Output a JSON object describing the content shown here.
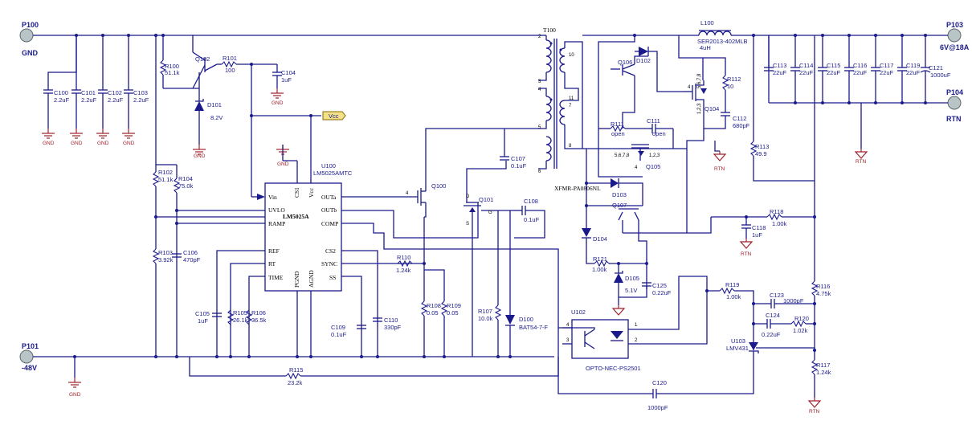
{
  "ports": {
    "p100": {
      "ref": "P100",
      "net": "GND"
    },
    "p101": {
      "ref": "P101",
      "net": "-48V"
    },
    "p103": {
      "ref": "P103",
      "net": "6V@18A"
    },
    "p104": {
      "ref": "P104",
      "net": "RTN"
    }
  },
  "ground_labels": {
    "gnd": "GND",
    "rtn": "RTN"
  },
  "ic": {
    "ref": "U100",
    "part": "LM5025AMTC",
    "name": "LM5025A",
    "pins": {
      "vin": "Vin",
      "uvlo": "UVLO",
      "ramp": "RAMP",
      "ref": "REF",
      "rt": "RT",
      "time": "TIME",
      "outa": "OUTa",
      "outb": "OUTb",
      "comp": "COMP",
      "cs2": "CS2",
      "sync": "SYNC",
      "ss": "SS",
      "cs1": "CS1",
      "vcc": "Vcc",
      "pgnd": "PGND",
      "agnd": "AGND"
    }
  },
  "vcc_flag": "Vcc",
  "components": {
    "c100": {
      "ref": "C100",
      "value": "2.2uF"
    },
    "c101": {
      "ref": "C101",
      "value": "2.2uF"
    },
    "c102": {
      "ref": "C102",
      "value": "2.2uF"
    },
    "c103": {
      "ref": "C103",
      "value": "2.2uF"
    },
    "r100": {
      "ref": "R100",
      "value": "51.1k"
    },
    "q102": {
      "ref": "Q102"
    },
    "r101": {
      "ref": "R101",
      "value": "100"
    },
    "c104": {
      "ref": "C104",
      "value": "1uF"
    },
    "d101": {
      "ref": "D101",
      "value": "8.2V"
    },
    "r102": {
      "ref": "R102",
      "value": "51.1k"
    },
    "r104": {
      "ref": "R104",
      "value": "75.0k"
    },
    "r103": {
      "ref": "R103",
      "value": "3.92k"
    },
    "c106": {
      "ref": "C106",
      "value": "470pF"
    },
    "c105": {
      "ref": "C105",
      "value": "1uF"
    },
    "r105": {
      "ref": "R105",
      "value": "26.1k"
    },
    "r106": {
      "ref": "R106",
      "value": "36.5k"
    },
    "c109": {
      "ref": "C109",
      "value": "0.1uF"
    },
    "c110": {
      "ref": "C110",
      "value": "330pF"
    },
    "r110": {
      "ref": "R110",
      "value": "1.24k"
    },
    "r108": {
      "ref": "R108",
      "value": "0.05"
    },
    "r109": {
      "ref": "R109",
      "value": "0.05"
    },
    "r107": {
      "ref": "R107",
      "value": "10.0k"
    },
    "d100": {
      "ref": "D100",
      "value": "BAT54-7-F"
    },
    "q100": {
      "ref": "Q100"
    },
    "q101": {
      "ref": "Q101"
    },
    "c108": {
      "ref": "C108",
      "value": "0.1uF"
    },
    "c107": {
      "ref": "C107",
      "value": "0.1uF"
    },
    "r115": {
      "ref": "R115",
      "value": "23.2k"
    },
    "t100": {
      "ref": "T100",
      "part": "XFMR-PA0806NL"
    },
    "l100": {
      "ref": "L100",
      "part": "SER2013-402MLB",
      "value": "4uH"
    },
    "d102": {
      "ref": "D102"
    },
    "q106": {
      "ref": "Q106"
    },
    "q104": {
      "ref": "Q104"
    },
    "r112": {
      "ref": "R112",
      "value": "10"
    },
    "c112": {
      "ref": "C112",
      "value": "680pF"
    },
    "r111": {
      "ref": "R111",
      "value": "open"
    },
    "c111": {
      "ref": "C111",
      "value": "open"
    },
    "q105": {
      "ref": "Q105"
    },
    "d103": {
      "ref": "D103"
    },
    "q107": {
      "ref": "Q107"
    },
    "d104": {
      "ref": "D104"
    },
    "r121": {
      "ref": "R121",
      "value": "1.00k"
    },
    "d105": {
      "ref": "D105",
      "value": "5.1V"
    },
    "c125": {
      "ref": "C125",
      "value": "0.22uF"
    },
    "c113": {
      "ref": "C113",
      "value": "22uF"
    },
    "c114": {
      "ref": "C114",
      "value": "22uF"
    },
    "c115": {
      "ref": "C115",
      "value": "22uF"
    },
    "c116": {
      "ref": "C116",
      "value": "22uF"
    },
    "c117": {
      "ref": "C117",
      "value": "22uF"
    },
    "c119": {
      "ref": "C119",
      "value": "22uF"
    },
    "c121": {
      "ref": "C121",
      "value": "1000uF"
    },
    "r113": {
      "ref": "R113",
      "value": "49.9"
    },
    "r118": {
      "ref": "R118",
      "value": "1.00k"
    },
    "c118": {
      "ref": "C118",
      "value": "1uF"
    },
    "r116": {
      "ref": "R116",
      "value": "4.75k"
    },
    "r119": {
      "ref": "R119",
      "value": "1.00k"
    },
    "c123": {
      "ref": "C123",
      "value": "1000pF"
    },
    "c124": {
      "ref": "C124",
      "value": "0.22uF"
    },
    "r120": {
      "ref": "R120",
      "value": "1.02k"
    },
    "u103": {
      "ref": "U103",
      "part": "LMV431"
    },
    "r117": {
      "ref": "R117",
      "value": "1.24k"
    },
    "u102": {
      "ref": "U102",
      "part": "OPTO-NEC-PS2501"
    },
    "c120": {
      "ref": "C120",
      "value": "1000pF"
    }
  },
  "colors": {
    "wire": "#1a1a8c",
    "ground": "#a0202a",
    "port": "#b9c4c6"
  }
}
